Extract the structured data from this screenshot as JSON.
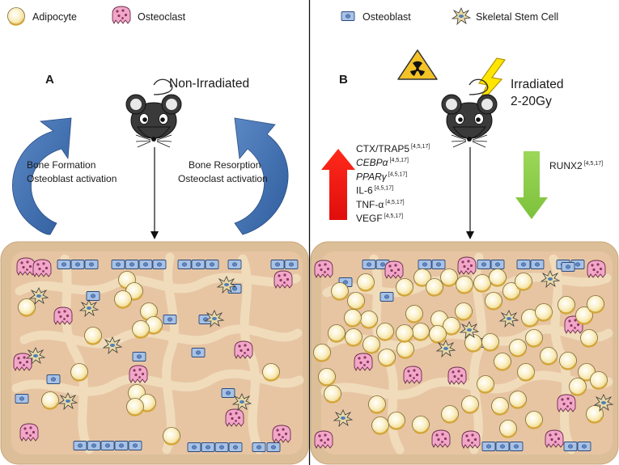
{
  "legend": {
    "adipocyte": "Adipocyte",
    "osteoclast": "Osteoclast",
    "osteoblast": "Osteoblast",
    "stem_cell": "Skeletal Stem Cell"
  },
  "panel_a": {
    "letter": "A",
    "title": "Non-Irradiated",
    "left_line1": "Bone Formation",
    "left_line2": "Osteoblast activation",
    "right_line1": "Bone Resorption",
    "right_line2": "Osteoclast activation"
  },
  "panel_b": {
    "letter": "B",
    "title_line1": "Irradiated",
    "title_line2": "2-20Gy",
    "up_markers": [
      {
        "name": "CTX/TRAP5",
        "ref": "[4,5,17]",
        "italic": false
      },
      {
        "name": "CEBPα",
        "ref": "[4,5,17]",
        "italic": true
      },
      {
        "name": "PPARγ",
        "ref": "[4,5,17]",
        "italic": true
      },
      {
        "name": "IL-6",
        "ref": "[4,5,17]",
        "italic": false
      },
      {
        "name": "TNF-α",
        "ref": "[4,5,17]",
        "italic": false
      },
      {
        "name": "VEGF",
        "ref": "[4,5,17]",
        "italic": false
      }
    ],
    "down_marker": {
      "name": "RUNX2",
      "ref": "[4,5,17]"
    }
  },
  "colors": {
    "marrow": "#e8c6a4",
    "bone": "#f1dfc0",
    "tissue": "#ddc09b",
    "adipocyte_fill": "#fbf2c8",
    "adipocyte_edge": "#d9b451",
    "osteoclast": "#f0a3c6",
    "osteoblast": "#a9c2e6",
    "stem_cell": "#e6d7a6",
    "up_arrow": "#ee1c1c",
    "down_arrow": "#8fcc4e",
    "curved_arrow": "#4573b3",
    "warning_yellow": "#f3c226",
    "lightning": "#ffe600"
  },
  "icons": [
    "mouse-icon",
    "radiation-hazard-icon",
    "lightning-bolt-icon",
    "adipocyte-icon",
    "osteoclast-icon",
    "osteoblast-icon",
    "skeletal-stem-cell-icon"
  ]
}
